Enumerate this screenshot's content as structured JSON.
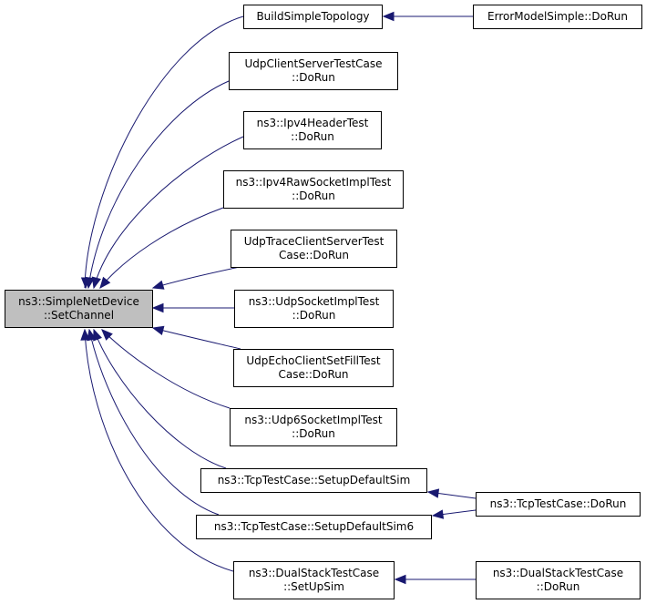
{
  "diagram": {
    "colors": {
      "edge": "#191970",
      "root_fill": "#bfbfbf",
      "node_fill": "#ffffff",
      "border": "#000000"
    },
    "nodes": [
      {
        "id": "root",
        "lines": [
          "ns3::SimpleNetDevice",
          "::SetChannel"
        ],
        "root": true
      },
      {
        "id": "buildsimple",
        "lines": [
          "BuildSimpleTopology"
        ]
      },
      {
        "id": "errormodel",
        "lines": [
          "ErrorModelSimple::DoRun"
        ]
      },
      {
        "id": "udpcs",
        "lines": [
          "UdpClientServerTestCase",
          "::DoRun"
        ]
      },
      {
        "id": "ipv4header",
        "lines": [
          "ns3::Ipv4HeaderTest",
          "::DoRun"
        ]
      },
      {
        "id": "ipv4raw",
        "lines": [
          "ns3::Ipv4RawSocketImplTest",
          "::DoRun"
        ]
      },
      {
        "id": "udptrace",
        "lines": [
          "UdpTraceClientServerTest",
          "Case::DoRun"
        ]
      },
      {
        "id": "udpsocket",
        "lines": [
          "ns3::UdpSocketImplTest",
          "::DoRun"
        ]
      },
      {
        "id": "udpecho",
        "lines": [
          "UdpEchoClientSetFillTest",
          "Case::DoRun"
        ]
      },
      {
        "id": "udp6socket",
        "lines": [
          "ns3::Udp6SocketImplTest",
          "::DoRun"
        ]
      },
      {
        "id": "tcpsetup",
        "lines": [
          "ns3::TcpTestCase::SetupDefaultSim"
        ]
      },
      {
        "id": "tcpsetup6",
        "lines": [
          "ns3::TcpTestCase::SetupDefaultSim6"
        ]
      },
      {
        "id": "tcpdorun",
        "lines": [
          "ns3::TcpTestCase::DoRun"
        ]
      },
      {
        "id": "dualsetup",
        "lines": [
          "ns3::DualStackTestCase",
          "::SetUpSim"
        ]
      },
      {
        "id": "dualdorun",
        "lines": [
          "ns3::DualStackTestCase",
          "::DoRun"
        ]
      }
    ],
    "edges": [
      {
        "from": "buildsimple",
        "to": "root"
      },
      {
        "from": "udpcs",
        "to": "root"
      },
      {
        "from": "ipv4header",
        "to": "root"
      },
      {
        "from": "ipv4raw",
        "to": "root"
      },
      {
        "from": "udptrace",
        "to": "root"
      },
      {
        "from": "udpsocket",
        "to": "root"
      },
      {
        "from": "udpecho",
        "to": "root"
      },
      {
        "from": "udp6socket",
        "to": "root"
      },
      {
        "from": "tcpsetup",
        "to": "root"
      },
      {
        "from": "tcpsetup6",
        "to": "root"
      },
      {
        "from": "dualsetup",
        "to": "root"
      },
      {
        "from": "errormodel",
        "to": "buildsimple"
      },
      {
        "from": "tcpdorun",
        "to": "tcpsetup"
      },
      {
        "from": "tcpdorun",
        "to": "tcpsetup6"
      },
      {
        "from": "dualdorun",
        "to": "dualsetup"
      }
    ]
  }
}
